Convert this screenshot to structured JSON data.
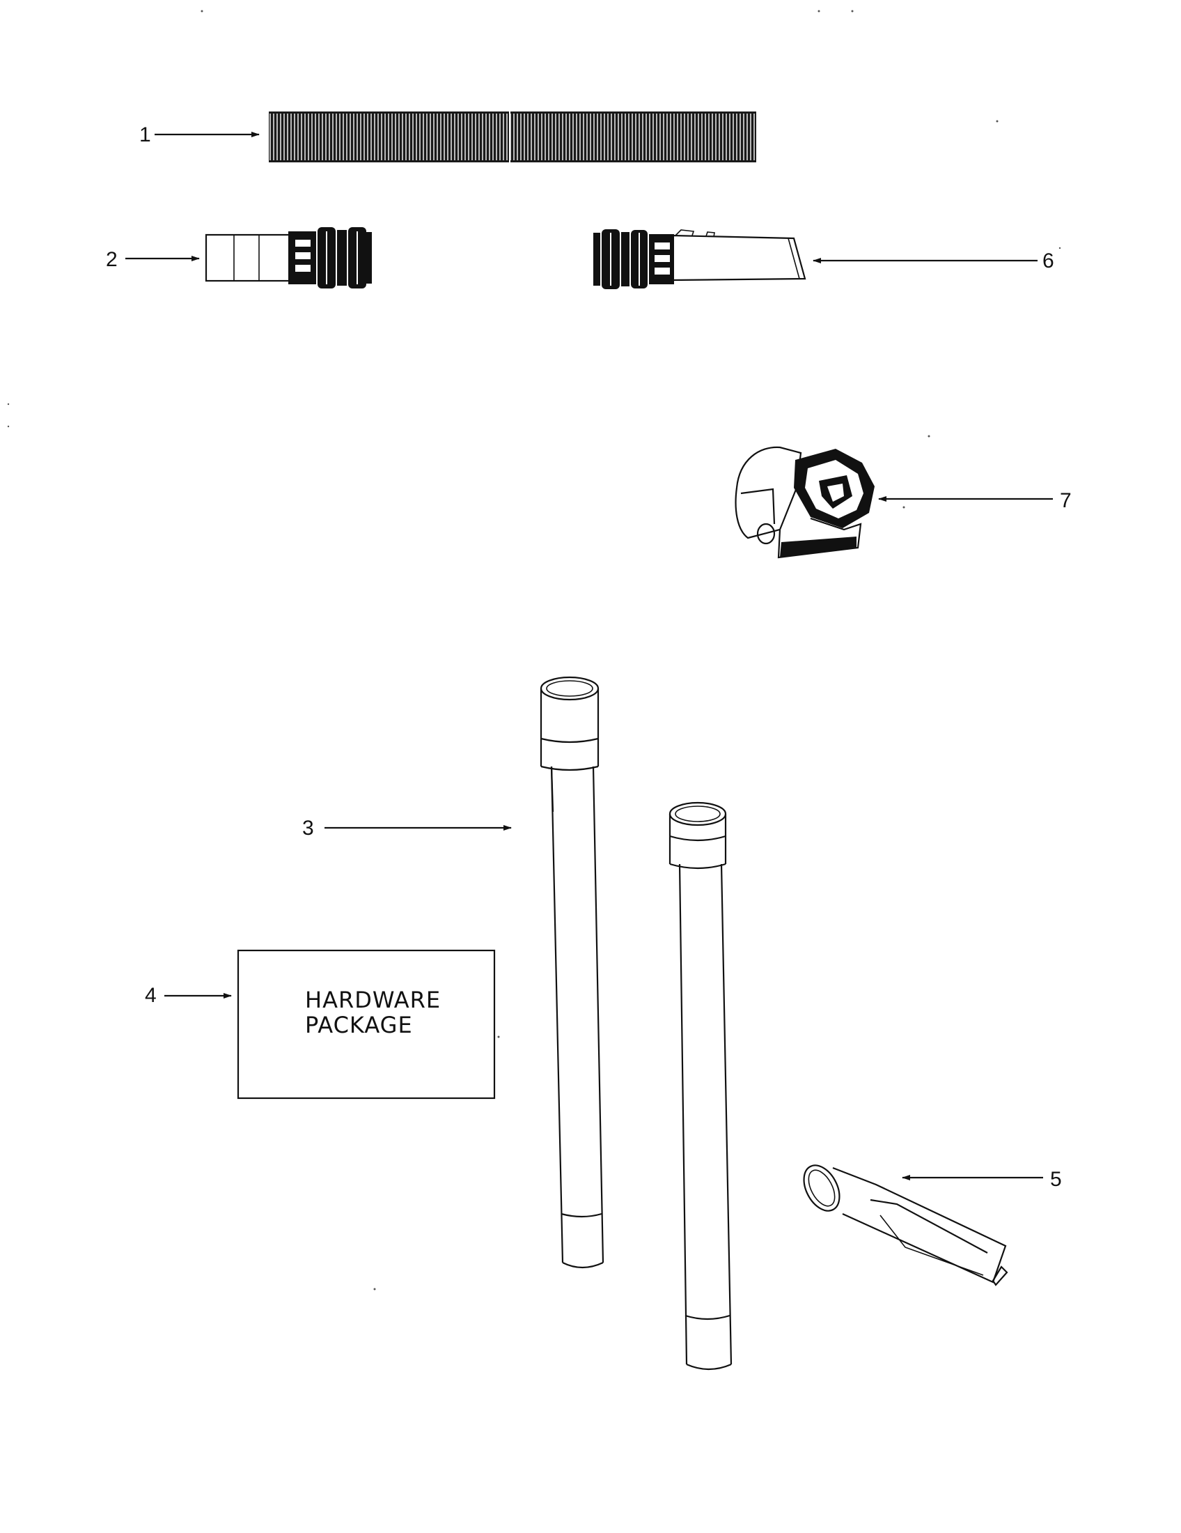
{
  "parts": [
    {
      "number": "1",
      "icon": "corrugated-hose-icon"
    },
    {
      "number": "2",
      "icon": "hose-coupling-icon"
    },
    {
      "number": "3",
      "icon": "extension-wands-icon"
    },
    {
      "number": "4",
      "icon": "hardware-package-box",
      "label_line1": "HARDWARE",
      "label_line2": "PACKAGE"
    },
    {
      "number": "5",
      "icon": "crevice-tool-icon"
    },
    {
      "number": "6",
      "icon": "utility-nozzle-icon"
    },
    {
      "number": "7",
      "icon": "brush-nozzle-icon"
    }
  ],
  "colors": {
    "ink": "#111111",
    "paper": "#ffffff"
  }
}
